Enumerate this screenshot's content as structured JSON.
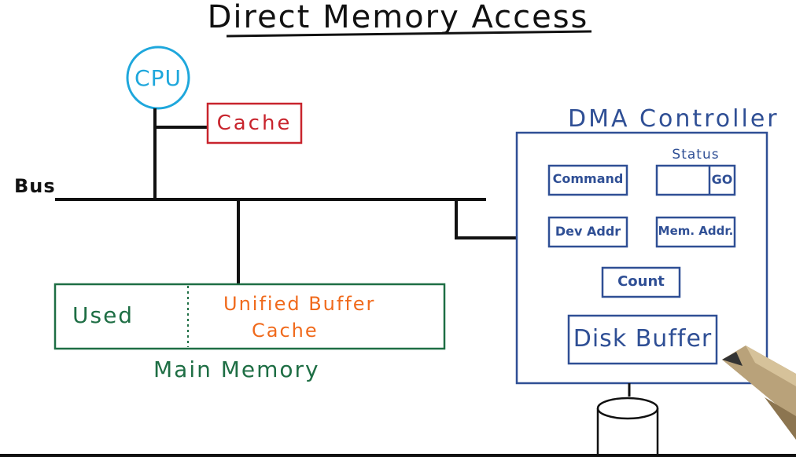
{
  "title": "Direct Memory Access",
  "cpu": {
    "label": "CPU"
  },
  "cache": {
    "label": "Cache"
  },
  "bus": {
    "label": "Bus"
  },
  "main_memory": {
    "label": "Main Memory",
    "used_label": "Used",
    "buffer_line1": "Unified Buffer",
    "buffer_line2": "Cache"
  },
  "dma": {
    "title": "DMA Controller",
    "status_label": "Status",
    "command_label": "Command",
    "go_label": "GO",
    "dev_addr_label": "Dev Addr",
    "mem_addr_label": "Mem. Addr.",
    "count_label": "Count",
    "disk_buffer_label": "Disk Buffer"
  },
  "colors": {
    "cpu": "#1ea7dc",
    "cache": "#c8242d",
    "memory": "#1e6e44",
    "buffer": "#f06a1c",
    "dma": "#2f4f95",
    "bus": "#111111"
  }
}
